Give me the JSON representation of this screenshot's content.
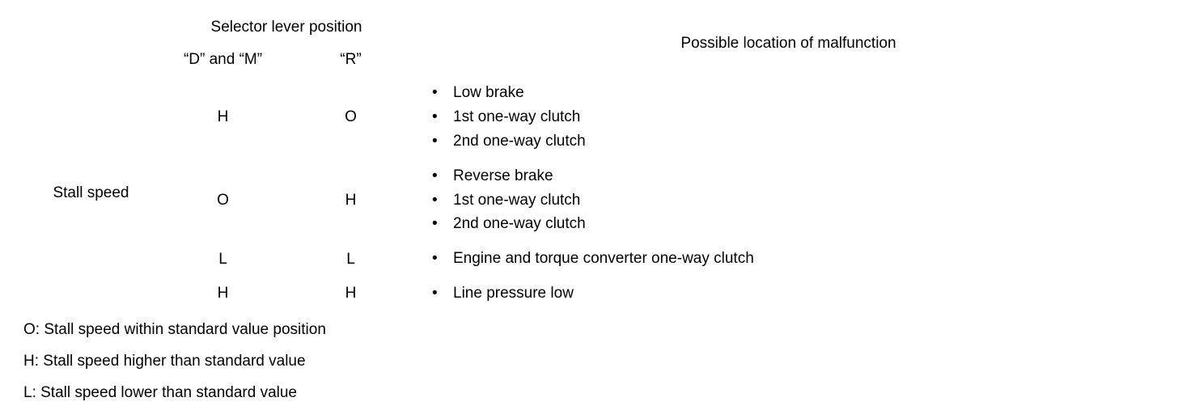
{
  "table": {
    "columns": {
      "row_label_header": "",
      "selector_group_header": "Selector lever position",
      "selector_sub_headers": [
        "“D” and “M”",
        "“R”"
      ],
      "malfunction_header": "Possible location of malfunction"
    },
    "row_group_label": "Stall speed",
    "bullet_glyph": "•",
    "rows": [
      {
        "dm": "H",
        "r": "O",
        "malfunction": [
          "Low brake",
          "1st one-way clutch",
          "2nd one-way clutch"
        ]
      },
      {
        "dm": "O",
        "r": "H",
        "malfunction": [
          "Reverse brake",
          "1st one-way clutch",
          "2nd one-way clutch"
        ]
      },
      {
        "dm": "L",
        "r": "L",
        "malfunction": [
          "Engine and torque converter one-way clutch"
        ]
      },
      {
        "dm": "H",
        "r": "H",
        "malfunction": [
          "Line pressure low"
        ]
      }
    ]
  },
  "footnotes": [
    "O: Stall speed within standard value position",
    "H: Stall speed higher than standard value",
    "L: Stall speed lower than standard value"
  ],
  "colors": {
    "ink": "#000000",
    "background": "#ffffff"
  }
}
